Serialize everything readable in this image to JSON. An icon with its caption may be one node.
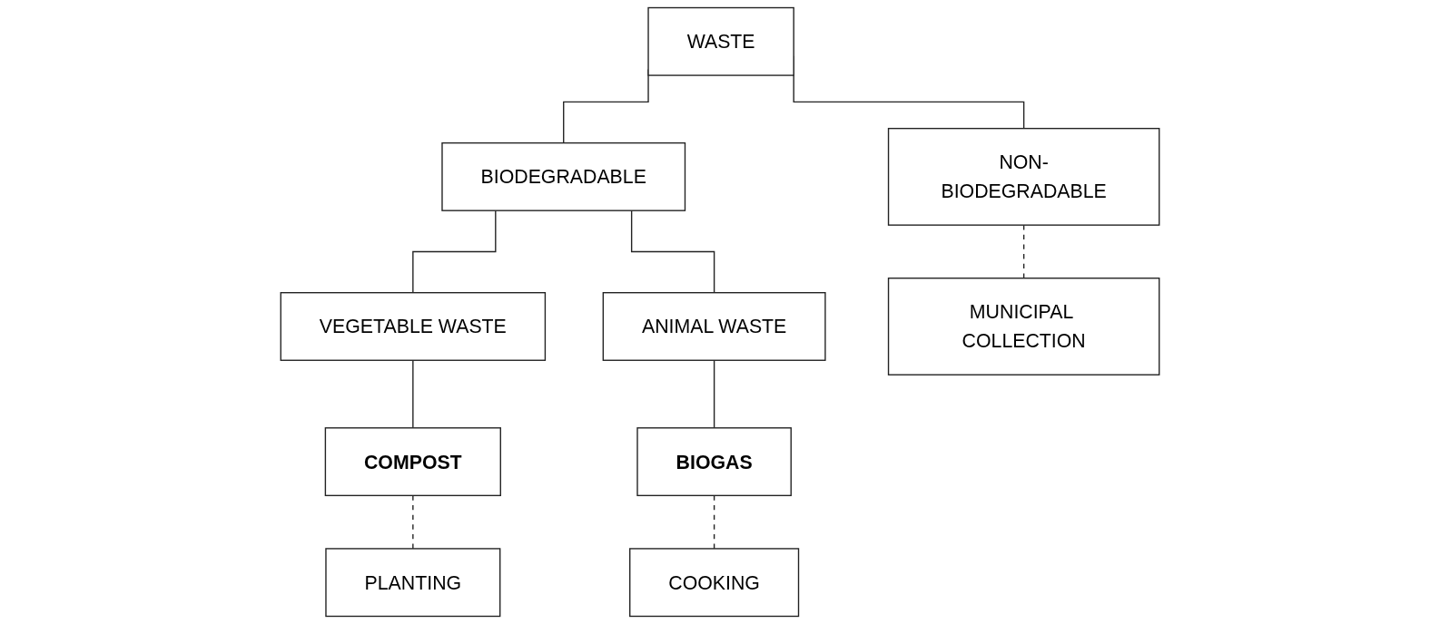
{
  "diagram": {
    "nodes": [
      {
        "text": [
          "WASTE"
        ]
      },
      {
        "text": [
          "BIODEGRADABLE"
        ]
      },
      {
        "text": [
          "NON-BIODEGRADABLE"
        ]
      },
      {
        "text": [
          "VEGETABLE WASTE"
        ]
      },
      {
        "text": [
          "ANIMAL WASTE"
        ]
      },
      {
        "text": [
          "COMPOST"
        ]
      },
      {
        "text": [
          "BIOGAS"
        ]
      },
      {
        "text": [
          "PLANTING"
        ]
      },
      {
        "text": [
          "COOKING"
        ]
      },
      {
        "text": [
          "MUNICIPAL COLLECTION"
        ]
      }
    ],
    "edges": [
      {
        "from": 0,
        "to": 1,
        "arrow": "none"
      },
      {
        "from": 0,
        "to": 2,
        "arrow": "none"
      },
      {
        "from": 1,
        "to": 3,
        "arrow": "none"
      },
      {
        "from": 1,
        "to": 4,
        "arrow": "none"
      },
      {
        "from": 3,
        "to": 5,
        "arrow": "none"
      },
      {
        "from": 4,
        "to": 6,
        "arrow": "none"
      },
      {
        "from": 5,
        "to": 7,
        "arrow": "none",
        "style": "dashed"
      },
      {
        "from": 6,
        "to": 8,
        "arrow": "none",
        "style": "dashed"
      },
      {
        "from": 2,
        "to": 9,
        "arrow": "none",
        "style": "dashed"
      }
    ]
  }
}
